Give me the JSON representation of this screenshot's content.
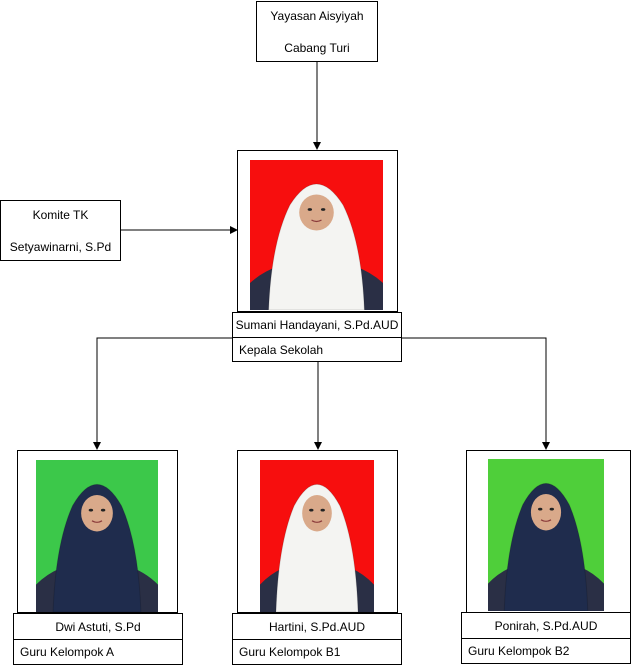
{
  "foundation": {
    "line1": "Yayasan Aisyiyah",
    "line2": "Cabang Turi"
  },
  "committee": {
    "line1": "Komite TK",
    "line2": "Setyawinarni, S.Pd"
  },
  "principal": {
    "name": "Sumani Handayani, S.Pd.AUD",
    "role": "Kepala Sekolah",
    "photo_background": "#f70e0e",
    "hijab_color": "#f4f4f2"
  },
  "teachers": [
    {
      "name": "Dwi Astuti, S.Pd",
      "role": "Guru Kelompok A",
      "photo_background": "#3cc84a",
      "hijab_color": "#1f2c4d"
    },
    {
      "name": "Hartini, S.Pd.AUD",
      "role": "Guru Kelompok B1",
      "photo_background": "#f70e0e",
      "hijab_color": "#f4f4f2"
    },
    {
      "name": "Ponirah, S.Pd.AUD",
      "role": "Guru Kelompok B2",
      "photo_background": "#4fcf3a",
      "hijab_color": "#1f2c4d"
    }
  ],
  "colors": {
    "line": "#000000",
    "skin": "#d9a98a"
  }
}
